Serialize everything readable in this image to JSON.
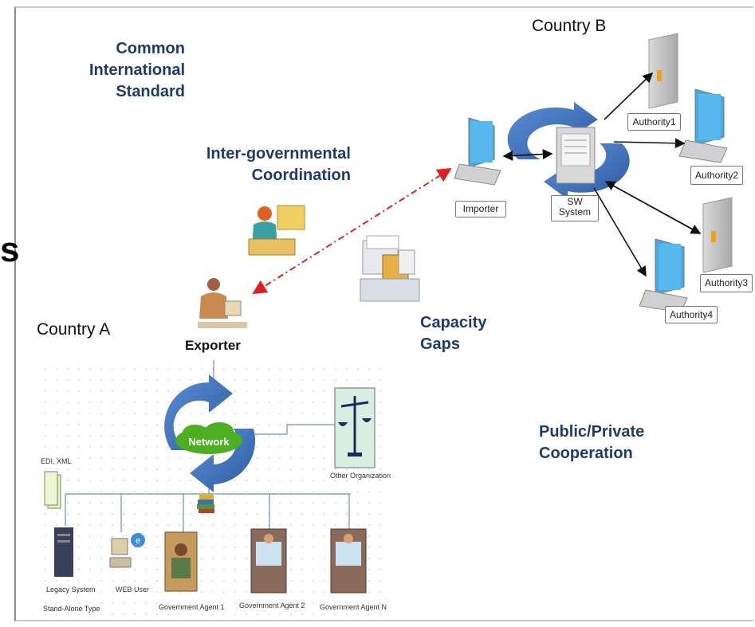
{
  "headings": {
    "common": [
      "Common",
      "International",
      "Standard"
    ],
    "coordination": [
      "Inter-governmental",
      "Coordination"
    ],
    "capacity": [
      "Capacity",
      "Gaps"
    ],
    "public_private": [
      "Public/Private",
      "Cooperation"
    ]
  },
  "stray_letter": "s",
  "country_a": "Country A",
  "country_b": "Country B",
  "exporter": "Exporter",
  "importer": "Importer",
  "sw_system": [
    "SW",
    "System"
  ],
  "authorities": [
    "Authority1",
    "Authority2",
    "Authority3",
    "Authority4"
  ],
  "network": "Network",
  "country_a_nodes": {
    "edi": "EDI, XML",
    "legacy": [
      "Legacy System",
      "Stand-Alone Type"
    ],
    "web_user": "WEB User",
    "agent1": "Government Agent 1",
    "agent2": "Government Agent 2",
    "agentn": "Government Agent N",
    "other_org": "Other Organization"
  },
  "colors": {
    "heading": "#1f3a6b",
    "arrow_blue": "#3a6ab5",
    "network_green": "#4caf1f",
    "dashed_red": "#e02020"
  }
}
